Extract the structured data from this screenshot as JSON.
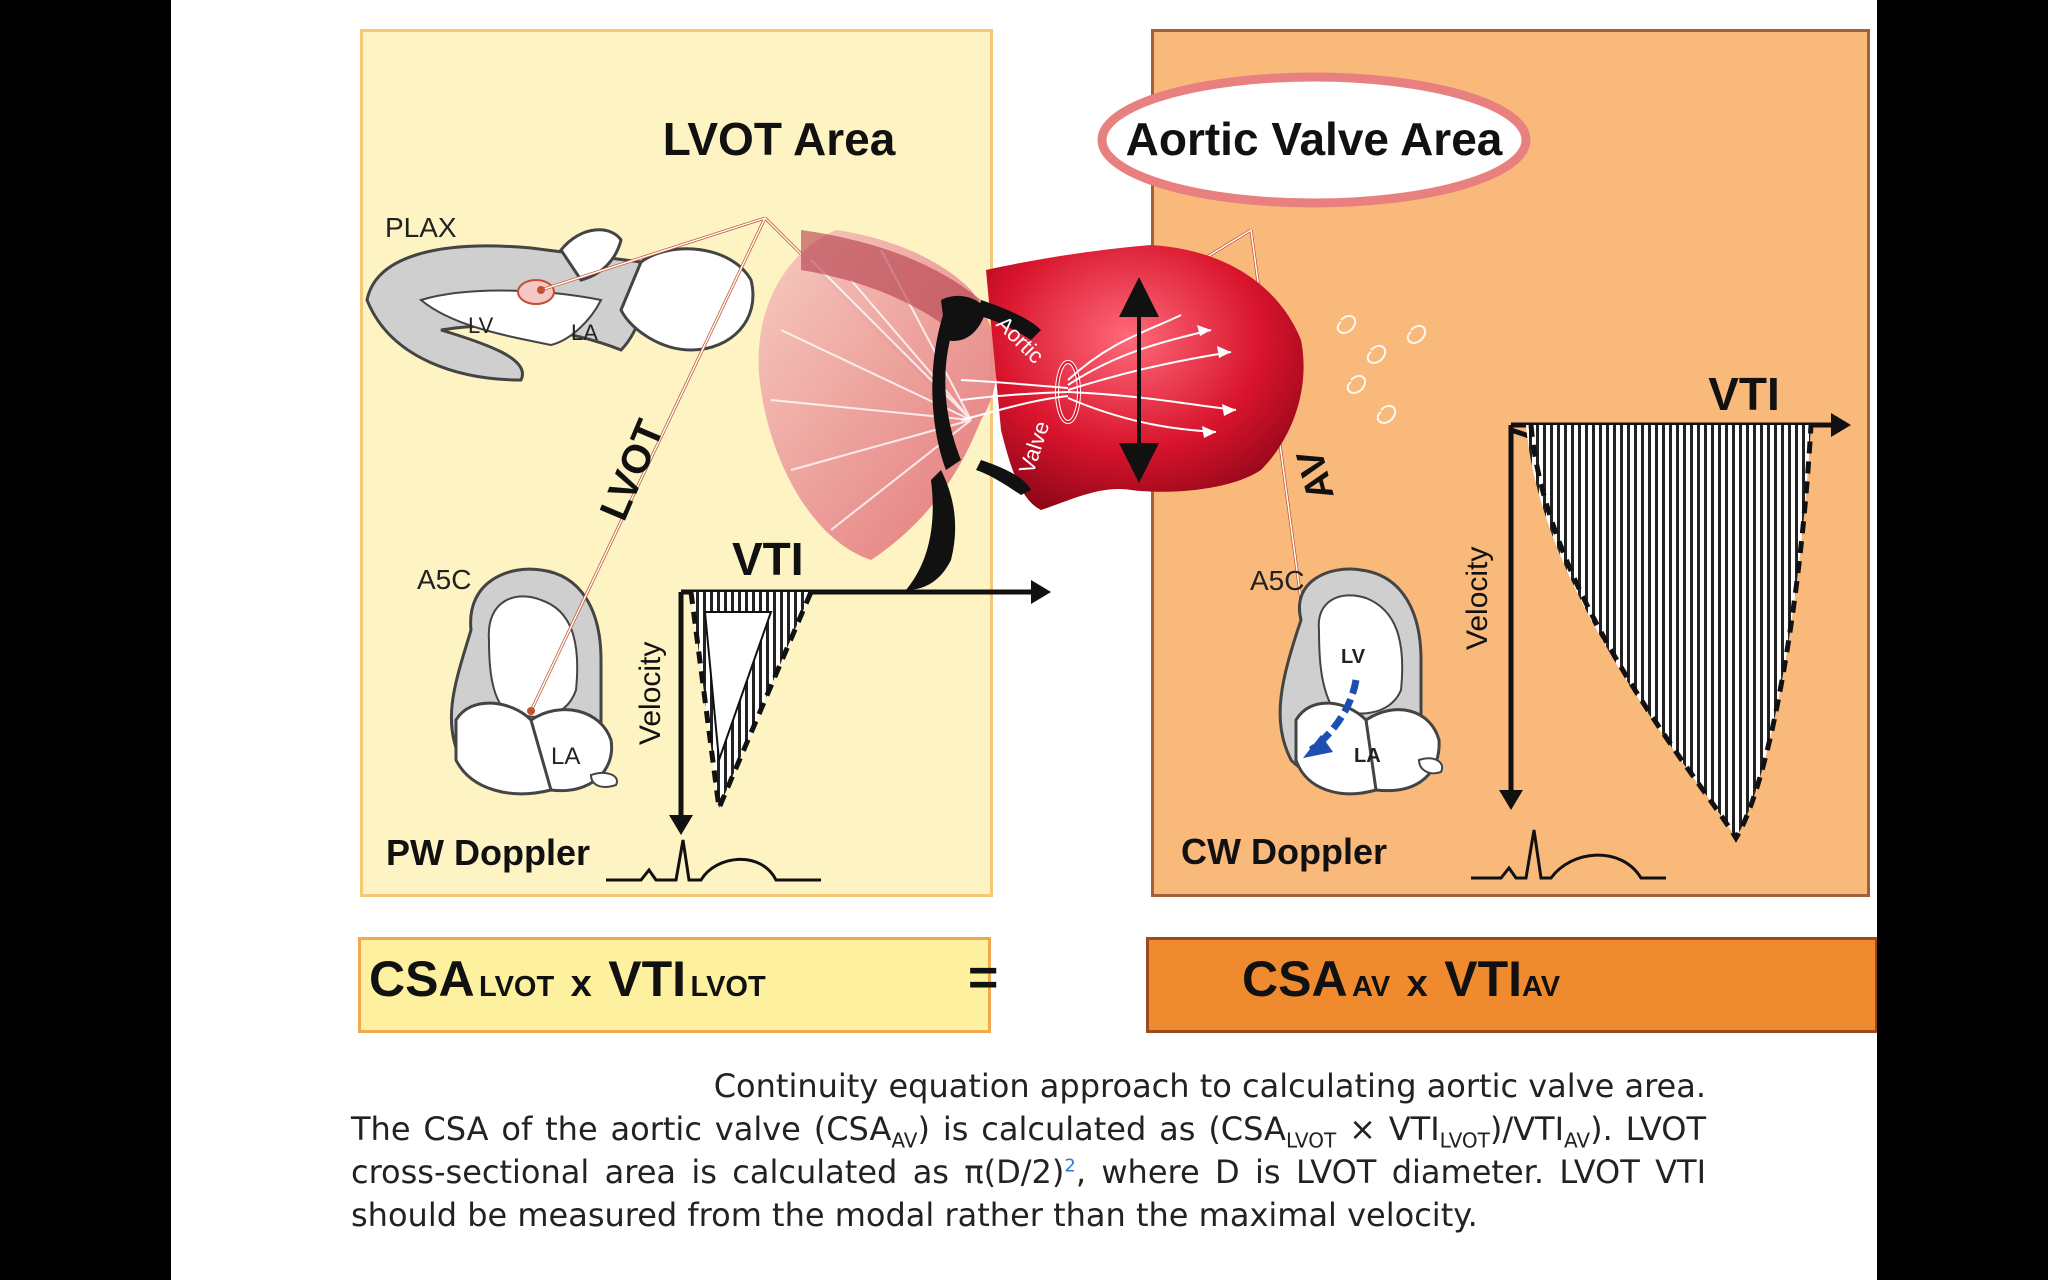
{
  "titles": {
    "lvot_area": "LVOT Area",
    "aortic_valve_area": "Aortic Valve Area"
  },
  "left_panel": {
    "view_top": "PLAX",
    "lv": "LV",
    "la": "LA",
    "lvot": "LVOT",
    "view_bottom": "A5C",
    "la_bottom": "LA",
    "vti": "VTI",
    "velocity": "Velocity",
    "doppler": "PW Doppler"
  },
  "center": {
    "aortic": "Aortic",
    "valve": "Valve"
  },
  "right_panel": {
    "vti": "VTI",
    "av": "AV",
    "view": "A5C",
    "lv": "LV",
    "la": "LA",
    "velocity": "Velocity",
    "doppler": "CW Doppler"
  },
  "equation": {
    "csa": "CSA",
    "lvot_sub": "LVOT",
    "times": "x",
    "vti": "VTI",
    "equals": "=",
    "av_sub": "AV"
  },
  "caption": {
    "line1": "Continuity equation approach to calculating aortic valve area.",
    "p1": "The CSA of the aortic valve (CSA",
    "p1_sub": "AV",
    "p2": ") is calculated as (CSA",
    "p2_sub": "LVOT",
    "p3": " × VTI",
    "p3_sub": "LVOT",
    "p4": ")/VTI",
    "p4_sub": "AV",
    "p5": "). LVOT cross-sectional area is calculated as π(D/2)",
    "p5_sup": "2",
    "p6": ", where D is LVOT diameter. LVOT VTI should be measured from the modal rather than the maximal velocity."
  },
  "colors": {
    "left_panel": "#fdf3c3",
    "right_panel": "#f8b97b",
    "left_box": "#fdf1a0",
    "right_box": "#f08a2f",
    "pointer_line": "#c0522e",
    "heart_red": "#d8142c",
    "oval_border": "#e98080"
  }
}
